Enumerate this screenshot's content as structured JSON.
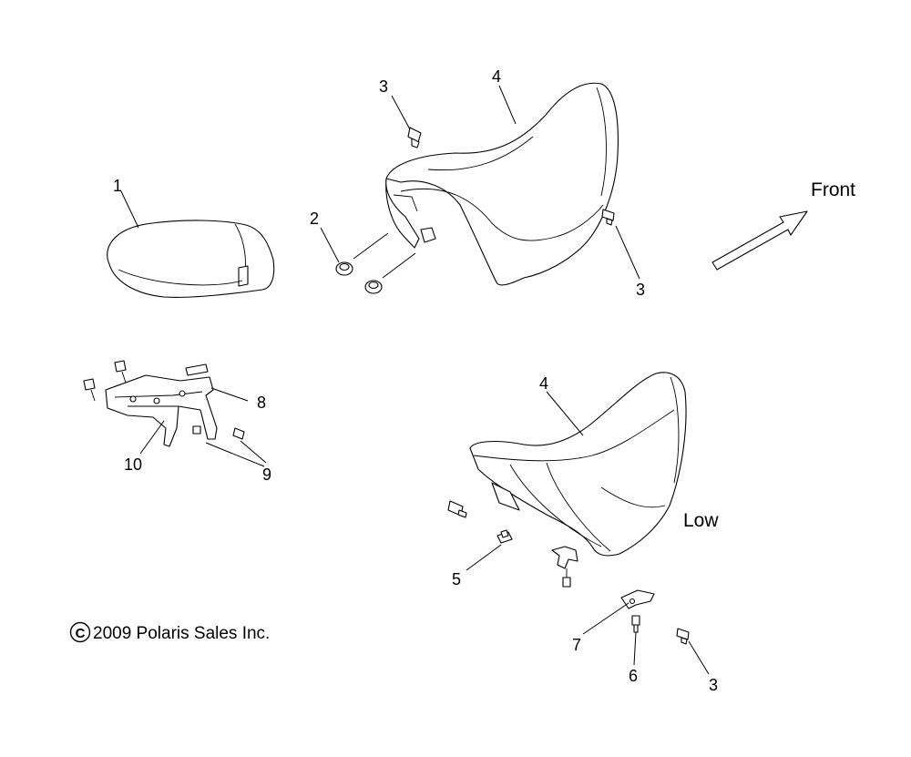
{
  "callouts": {
    "c1": "1",
    "c2": "2",
    "c3a": "3",
    "c3b": "3",
    "c3c": "3",
    "c4a": "4",
    "c4b": "4",
    "c5": "5",
    "c6": "6",
    "c7": "7",
    "c8": "8",
    "c9": "9",
    "c10": "10"
  },
  "labels": {
    "front": "Front",
    "low": "Low"
  },
  "copyright": {
    "symbol": "C",
    "text": "2009 Polaris Sales Inc."
  }
}
